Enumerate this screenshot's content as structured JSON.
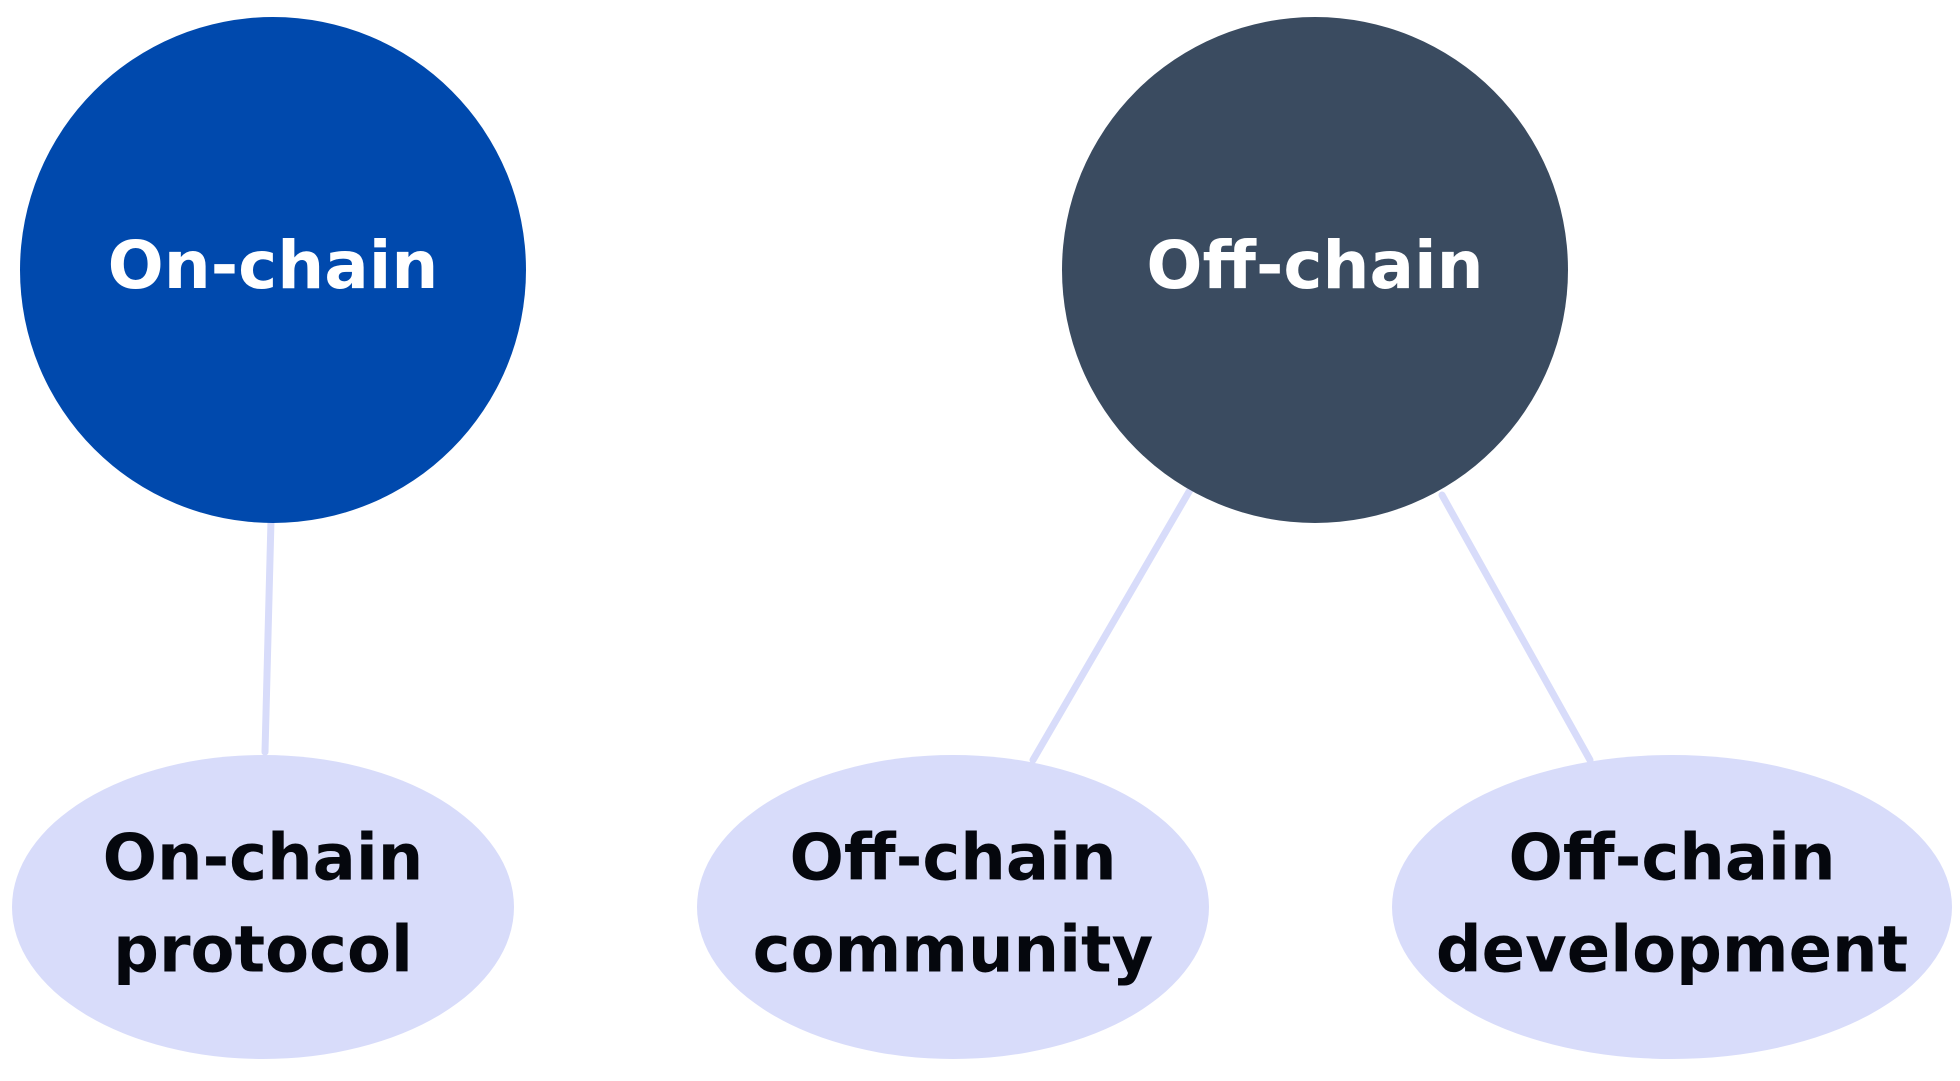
{
  "colors": {
    "background": "#ffffff",
    "on_chain_primary": "#0049AD",
    "off_chain_primary": "#3A4B60",
    "secondary_fill": "#D8DCFA",
    "connector": "#D8DCFA",
    "primary_text": "#ffffff",
    "secondary_text": "#05070d"
  },
  "primary_nodes": {
    "on_chain": {
      "label": "On-chain"
    },
    "off_chain": {
      "label": "Off-chain"
    }
  },
  "secondary_nodes": {
    "on_chain_protocol": {
      "line1": "On-chain",
      "line2": "protocol"
    },
    "off_chain_community": {
      "line1": "Off-chain",
      "line2": "community"
    },
    "off_chain_development": {
      "line1": "Off-chain",
      "line2": "development"
    }
  }
}
